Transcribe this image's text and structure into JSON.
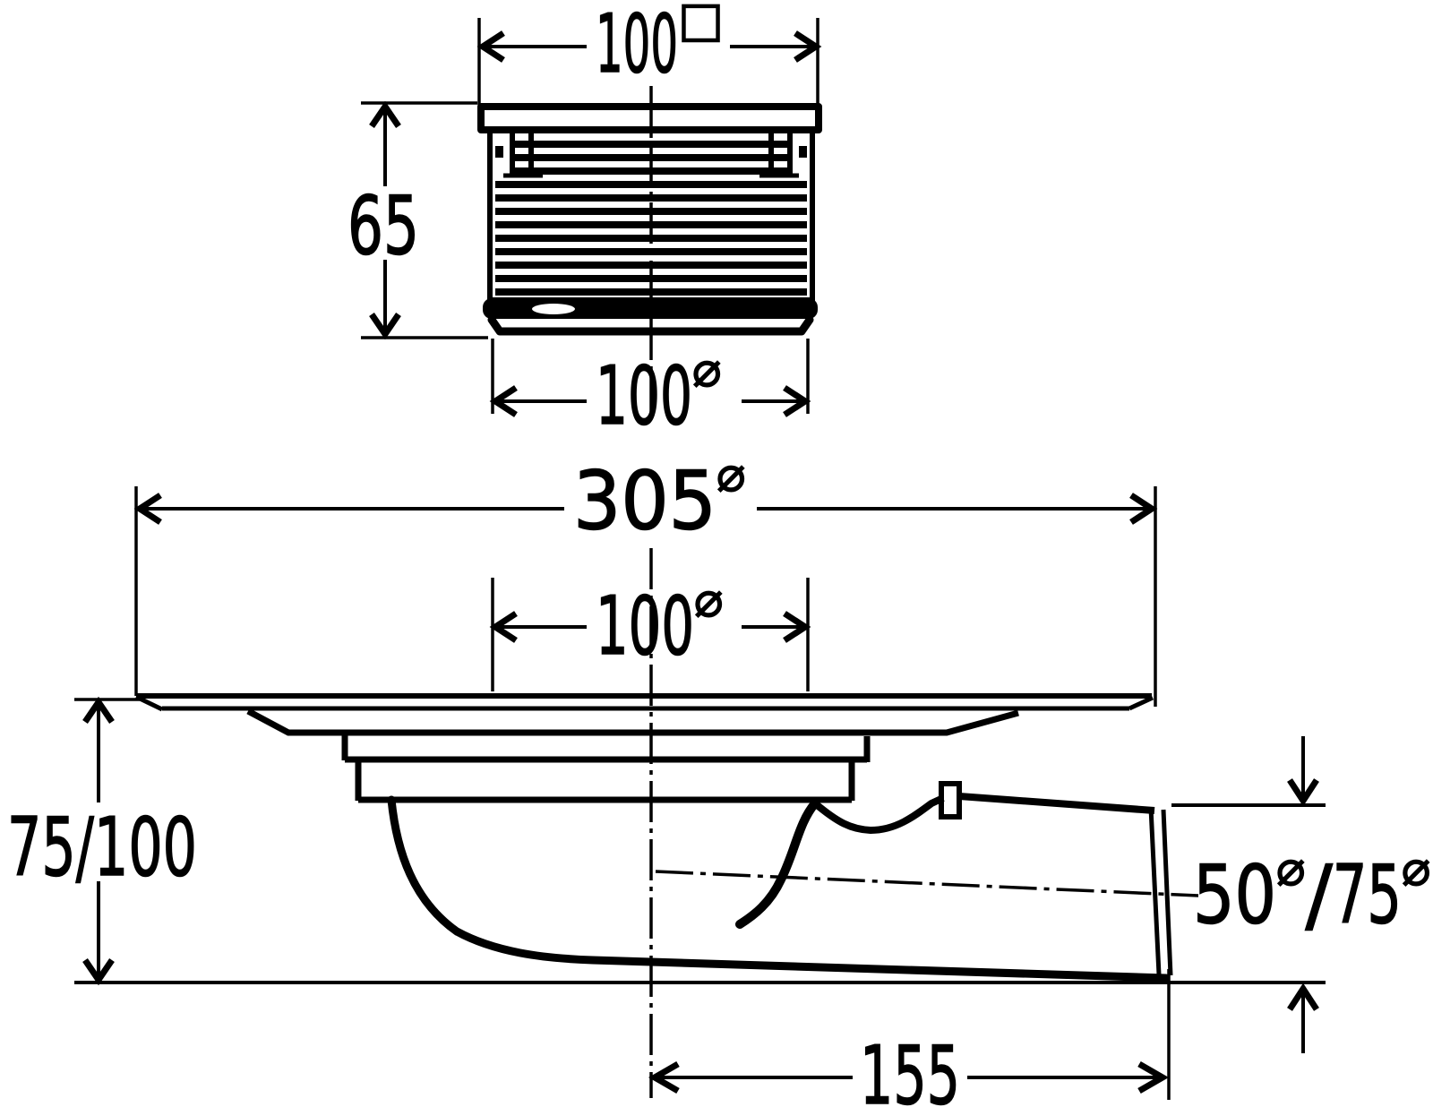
{
  "title": "floor-drain-dimension-drawing",
  "top_view": {
    "dim_width_top": {
      "value": "100",
      "suffix": "□"
    },
    "dim_height": {
      "value": "65"
    },
    "dim_width_bottom": {
      "value": "100",
      "suffix": "⌀"
    }
  },
  "side_view": {
    "dim_flange_diameter": {
      "value": "305",
      "suffix": "⌀"
    },
    "dim_neck_diameter": {
      "value": "100",
      "suffix": "⌀"
    },
    "dim_height_range": {
      "value": "75/100"
    },
    "dim_outlet_diameter": {
      "first": "50",
      "first_suffix": "⌀",
      "separator": "/",
      "second": "75",
      "second_suffix": "⌀"
    },
    "dim_outlet_length": {
      "value": "155"
    }
  }
}
